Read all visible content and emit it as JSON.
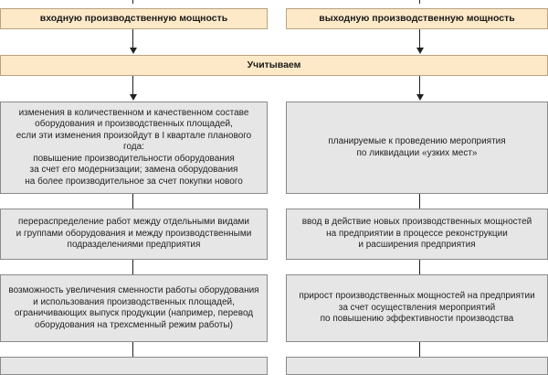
{
  "top_left": "входную производственную мощность",
  "top_right": "выходную производственную мощность",
  "center": "Учитываем",
  "left_column": [
    "изменения в количественном и качественном составе\nоборудования и производственных площадей,\nесли эти изменения произойдут в I квартале планового года:\nповышение производительности оборудования\nза счет его модернизации; замена оборудования\nна более производительное за счет покупки нового",
    "перераспределение работ между отдельными видами\nи группами оборудования и между производственными\nподразделениями предприятия",
    "возможность увеличения сменности работы оборудования\nи использования производственных площадей,\nограничивающих выпуск продукции (например, перевод\nоборудования на трехсменный режим работы)"
  ],
  "right_column": [
    "планируемые к проведению мероприятия\nпо ликвидации «узких мест»",
    "ввод в действие новых производственных мощностей\nна предприятии в процессе реконструкции\nи расширения предприятия",
    "прирост производственных мощностей на предприятии\nза счет осуществления мероприятий\nпо повышению эффективности производства"
  ],
  "colors": {
    "orange_fill": "#fde9c7",
    "gray_fill": "#e6e6e6",
    "border": "#8a8a8a",
    "line": "#222222"
  }
}
